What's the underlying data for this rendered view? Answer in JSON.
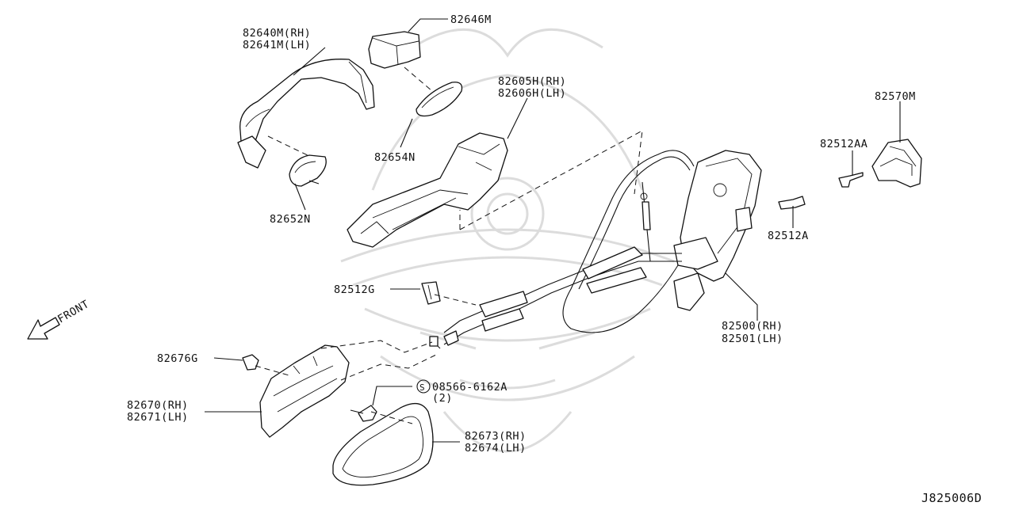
{
  "diagram_id": "J825006D",
  "front_label": "FRONT",
  "labels": {
    "p82640M": "82640M(RH)",
    "p82641M": "82641M(LH)",
    "p82646M": "82646M",
    "p82605H": "82605H(RH)",
    "p82606H": "82606H(LH)",
    "p82654N": "82654N",
    "p82652N": "82652N",
    "p82570M": "82570M",
    "p82512AA": "82512AA",
    "p82512A": "82512A",
    "p82512G": "82512G",
    "p82500": "82500(RH)",
    "p82501": "82501(LH)",
    "p82676G": "82676G",
    "p08566": "08566-6162A",
    "p08566_qty": "(2)",
    "p08566_symbol": "S",
    "p82670": "82670(RH)",
    "p82671": "82671(LH)",
    "p82673": "82673(RH)",
    "p82674": "82674(LH)"
  },
  "icons": {
    "front_arrow": "front-arrow-icon",
    "watermark": "samurai-helmet-watermark"
  },
  "colors": {
    "line": "#111111",
    "watermark": "#d9d9d9",
    "background": "#ffffff"
  }
}
